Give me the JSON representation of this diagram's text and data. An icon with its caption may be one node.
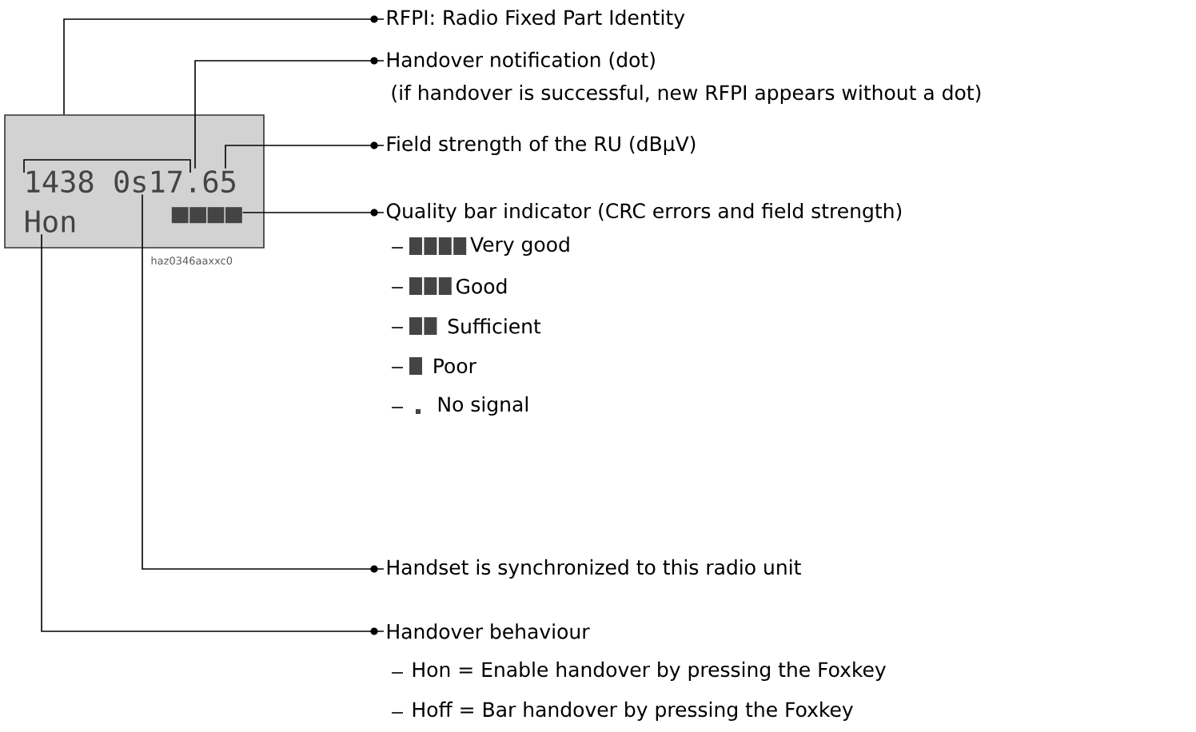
{
  "diagram": {
    "nodes": [
      {
        "text": [],
        "shape": "box"
      },
      {
        "text": [
          "1438 0s17.65"
        ],
        "in": 0
      },
      {
        "text": [
          "Hon"
        ],
        "in": 0
      },
      {
        "text": [],
        "shape": "bar",
        "in": 0
      },
      {
        "text": [
          "RFPI: Radio Fixed Part Identity"
        ]
      },
      {
        "text": [
          "Handover notification (dot)",
          "(if handover is successful, new RFPI appears without a dot)"
        ]
      },
      {
        "text": [
          "Field strength of the RU (dBµV)"
        ]
      },
      {
        "text": [
          "Quality bar indicator (CRC errors and field strength)",
          "Very good",
          "Good",
          "Sufficient",
          "Poor",
          "No signal"
        ]
      },
      {
        "text": [
          "Handset is synchronized to this radio unit"
        ]
      },
      {
        "text": [
          "Handover behaviour",
          "Hon = Enable handover by pressing the Foxkey",
          "Hoff = Bar handover by pressing the Foxkey"
        ]
      }
    ],
    "edges": [
      {
        "from": 4,
        "to": 0,
        "arrow": "none"
      },
      {
        "from": 5,
        "to": 1,
        "arrow": "none"
      },
      {
        "from": 6,
        "to": 1,
        "arrow": "none"
      },
      {
        "from": 7,
        "to": 3,
        "arrow": "none"
      },
      {
        "from": 8,
        "to": 1,
        "arrow": "none"
      },
      {
        "from": 9,
        "to": 2,
        "arrow": "none"
      }
    ],
    "labels": [
      "haz0346aaxxc0"
    ]
  }
}
